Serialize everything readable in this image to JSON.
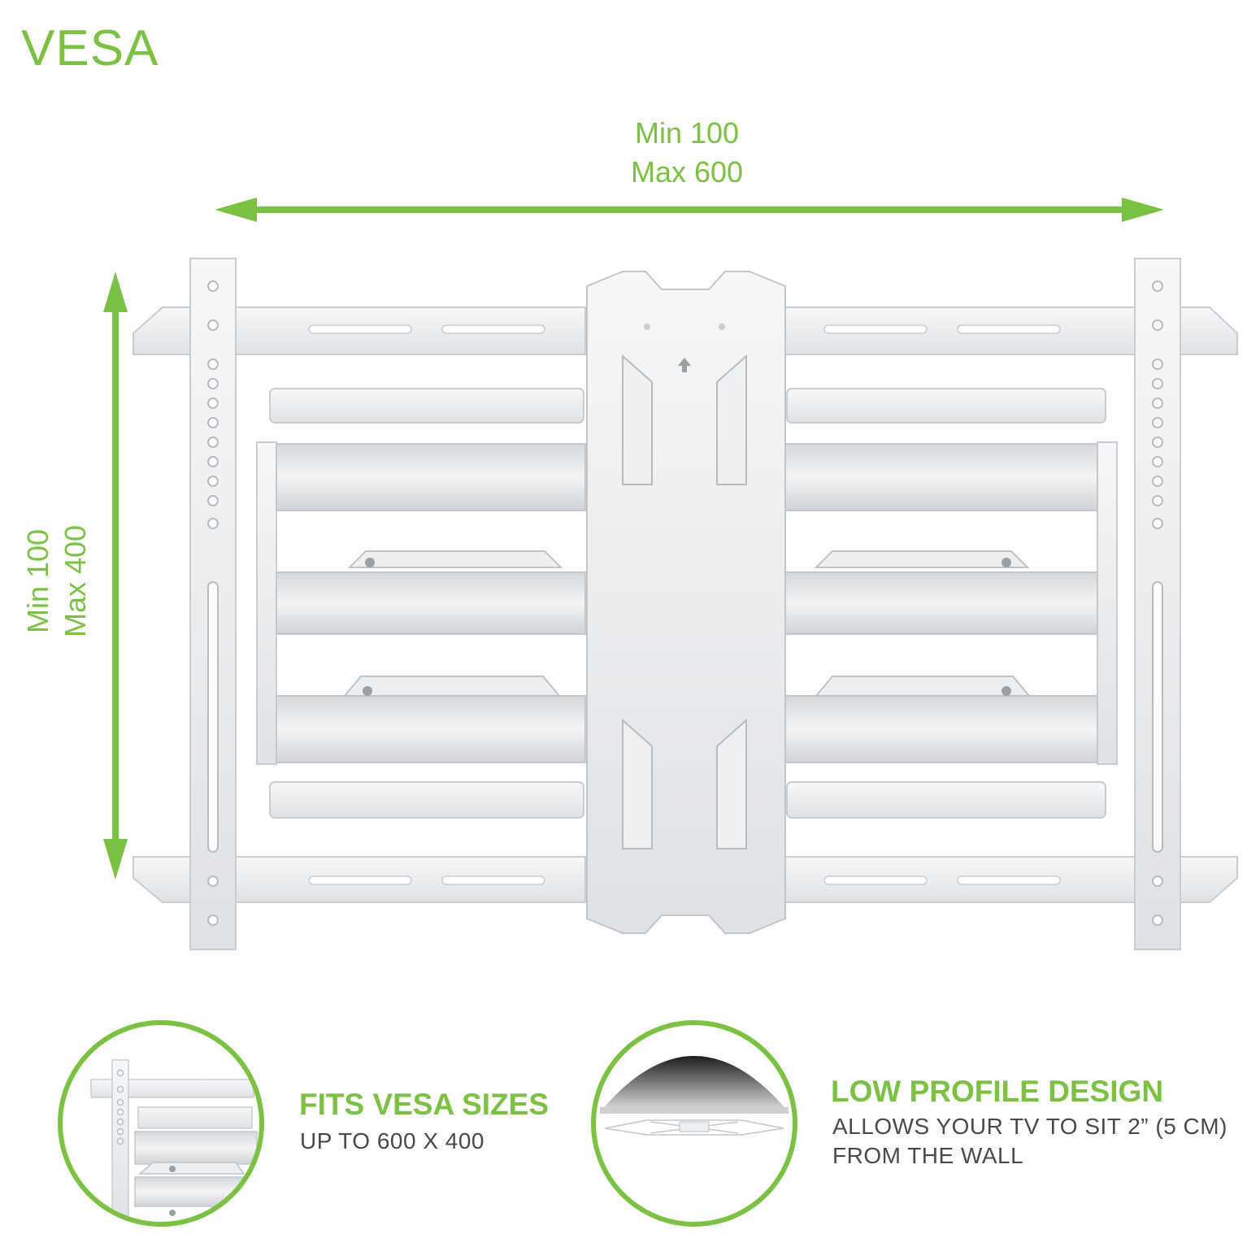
{
  "header": {
    "title": "VESA"
  },
  "dimensions": {
    "width_min": "Min 100",
    "width_max": "Max 600",
    "height_min": "Min 100",
    "height_max": "Max 400"
  },
  "features": [
    {
      "heading": "FITS VESA SIZES",
      "lines": [
        "UP TO 600 X 400"
      ]
    },
    {
      "heading": "LOW PROFILE DESIGN",
      "lines": [
        "ALLOWS YOUR TV TO SIT 2” (5 CM)",
        "FROM THE WALL"
      ]
    }
  ],
  "colors": {
    "accent": "#7bc242",
    "metal": "#e9ebed",
    "metal_shadow": "#c9cdd1",
    "body_text": "#4a4a4a"
  },
  "icons": [
    "dimension-arrow-horizontal",
    "dimension-arrow-vertical",
    "tv-mount-bracket",
    "bracket-detail-circle",
    "low-profile-circle"
  ]
}
